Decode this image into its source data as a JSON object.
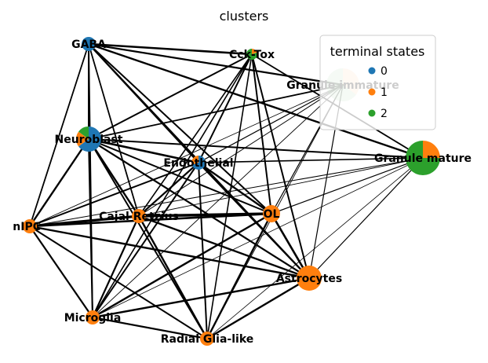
{
  "title": "clusters",
  "colors": {
    "0": "#1f77b4",
    "1": "#ff7f0e",
    "2": "#2ca02c"
  },
  "legend": {
    "title": "terminal states",
    "entries": [
      {
        "label": "0",
        "color_key": "0"
      },
      {
        "label": "1",
        "color_key": "1"
      },
      {
        "label": "2",
        "color_key": "2"
      }
    ]
  },
  "nodes": [
    {
      "id": "GABA",
      "label": "GABA",
      "fractions": [
        1.0,
        0.0,
        0.0
      ]
    },
    {
      "id": "CckTox",
      "label": "Cck-Tox",
      "fractions": [
        0.0,
        0.2,
        0.8
      ]
    },
    {
      "id": "GranuleImm",
      "label": "Granule immature",
      "fractions": [
        0.0,
        0.35,
        0.65
      ]
    },
    {
      "id": "Neuroblast",
      "label": "Neuroblast",
      "fractions": [
        0.65,
        0.2,
        0.15
      ]
    },
    {
      "id": "Endothelial",
      "label": "Endothelial",
      "fractions": [
        0.7,
        0.3,
        0.0
      ]
    },
    {
      "id": "GranuleMat",
      "label": "Granule mature",
      "fractions": [
        0.0,
        0.25,
        0.75
      ]
    },
    {
      "id": "nIPC",
      "label": "nIPC",
      "fractions": [
        0.0,
        1.0,
        0.0
      ]
    },
    {
      "id": "Cajal",
      "label": "Cajal Retzius",
      "fractions": [
        0.0,
        1.0,
        0.0
      ]
    },
    {
      "id": "OL",
      "label": "OL",
      "fractions": [
        0.0,
        1.0,
        0.0
      ]
    },
    {
      "id": "Astrocytes",
      "label": "Astrocytes",
      "fractions": [
        0.0,
        1.0,
        0.0
      ]
    },
    {
      "id": "Microglia",
      "label": "Microglia",
      "fractions": [
        0.0,
        1.0,
        0.0
      ]
    },
    {
      "id": "RadialGlia",
      "label": "Radial Glia-like",
      "fractions": [
        0.0,
        1.0,
        0.0
      ]
    }
  ]
}
